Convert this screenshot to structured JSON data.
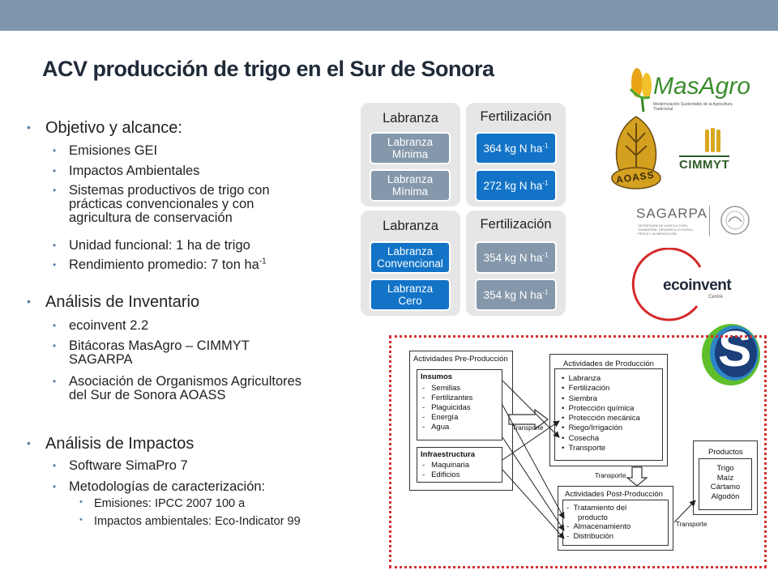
{
  "title": "ACV producción de trigo en el Sur de Sonora",
  "bullets": {
    "objetivo": "Objetivo y alcance:",
    "emisiones": "Emisiones GEI",
    "impactos": "Impactos Ambientales",
    "sistemas1": "Sistemas productivos de trigo con",
    "sistemas2": "prácticas convencionales y con",
    "sistemas3": "agricultura de conservación",
    "unidad": "Unidad funcional: 1 ha de trigo",
    "rendimiento": "Rendimiento promedio: 7 ton ha",
    "rend_sup": "-1",
    "inventario": "Análisis de Inventario",
    "ecoinvent": "ecoinvent 2.2",
    "bitacoras1": "Bitácoras MasAgro – CIMMYT",
    "bitacoras2": "SAGARPA",
    "asociacion1": "Asociación de Organismos Agricultores",
    "asociacion2": "del Sur de Sonora AOASS",
    "impactos_h": "Análisis de Impactos",
    "software": "Software SimaPro 7",
    "metodologias": "Metodologías de caracterización:",
    "emis_ipcc": "Emisiones: IPCC 2007 100 a",
    "eco_ind": "Impactos ambientales: Eco-Indicator 99"
  },
  "panels": {
    "labranza": "Labranza",
    "fertilizacion": "Fertilización",
    "lab_min1a": "Labranza",
    "lab_min1b": "Mínima",
    "lab_min2a": "Labranza",
    "lab_min2b": "Mínima",
    "fert1": "364 kg N ha",
    "fert2": "272 kg N ha",
    "lab_conv_a": "Labranza",
    "lab_conv_b": "Convencional",
    "lab_cero_a": "Labranza",
    "lab_cero_b": "Cero",
    "fert3": "354 kg N ha",
    "fert4": "354 kg N ha",
    "sup": "-1"
  },
  "logos": {
    "masagro": "MasAgro",
    "masagro_sub": "Modernización Sustentable de la Agricultura Tradicional",
    "aoass": "AOASS",
    "cimmyt": "CIMMYT",
    "sagarpa": "SAGARPA",
    "sagarpa_sub1": "SECRETARÍA DE AGRICULTURA,",
    "sagarpa_sub2": "GANADERÍA, DESARROLLO RURAL,",
    "sagarpa_sub3": "PESCA Y ALIMENTACIÓN",
    "ecoinvent": "ecoinvent",
    "ecoinvent_sub": "Centre",
    "simapro": "S"
  },
  "flow": {
    "pre_title": "Actividades Pre-Producción",
    "insumos_title": "Insumos",
    "insumos": [
      "Semillas",
      "Fertilizantes",
      "Plaguicidas",
      "Energía",
      "Agua"
    ],
    "infra_title": "Infraestructura",
    "infra": [
      "Maquinaria",
      "Edificios"
    ],
    "prod_title": "Actividades de Producción",
    "prod": [
      "Labranza",
      "Fertilización",
      "Siembra",
      "Protección química",
      "Protección mecánica",
      "Riego/Irrigación",
      "Cosecha",
      "Transporte"
    ],
    "post_title": "Actividades Post-Producción",
    "post1a": "Tratamiento del",
    "post1b": "producto",
    "post2": "Almacenamiento",
    "post3": "Distribución",
    "productos_title": "Productos",
    "productos": [
      "Trigo",
      "Maíz",
      "Cártamo",
      "Algodón"
    ],
    "transporte1": "Transporte",
    "transporte2": "Transporte",
    "transporte3": "Transporte"
  }
}
